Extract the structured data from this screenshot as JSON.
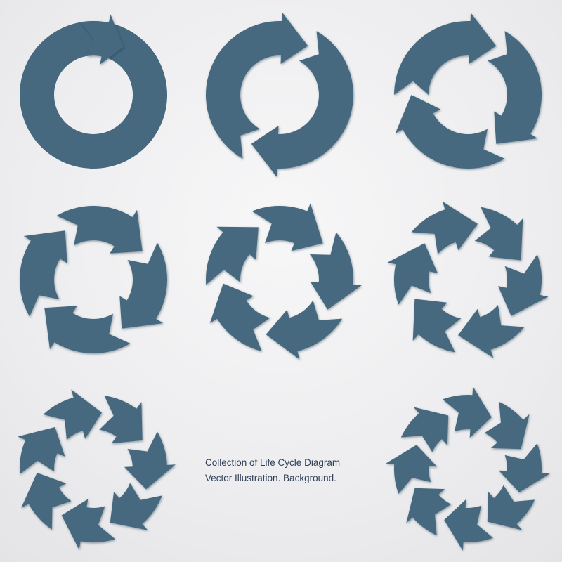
{
  "colors": {
    "ring": "#46697f",
    "shadow": "#1f3446",
    "background": "#ececee"
  },
  "caption": {
    "line1": "Collection of Life Cycle Diagram",
    "line2": "Vector Illustration. Background."
  },
  "diagrams": [
    {
      "name": "cycle-diagram-1-arrow",
      "segments": 1,
      "start_angle": -60
    },
    {
      "name": "cycle-diagram-2-arrows",
      "segments": 2,
      "start_angle": -60
    },
    {
      "name": "cycle-diagram-3-arrows",
      "segments": 3,
      "start_angle": -60
    },
    {
      "name": "cycle-diagram-4-arrows",
      "segments": 4,
      "start_angle": -30
    },
    {
      "name": "cycle-diagram-5-arrows",
      "segments": 5,
      "start_angle": -40
    },
    {
      "name": "cycle-diagram-6-arrows",
      "segments": 6,
      "start_angle": -20
    },
    {
      "name": "cycle-diagram-7-arrows",
      "segments": 7,
      "start_angle": -30
    },
    {
      "name": "cycle-diagram-8-arrows",
      "segments": 8,
      "start_angle": -20
    }
  ]
}
